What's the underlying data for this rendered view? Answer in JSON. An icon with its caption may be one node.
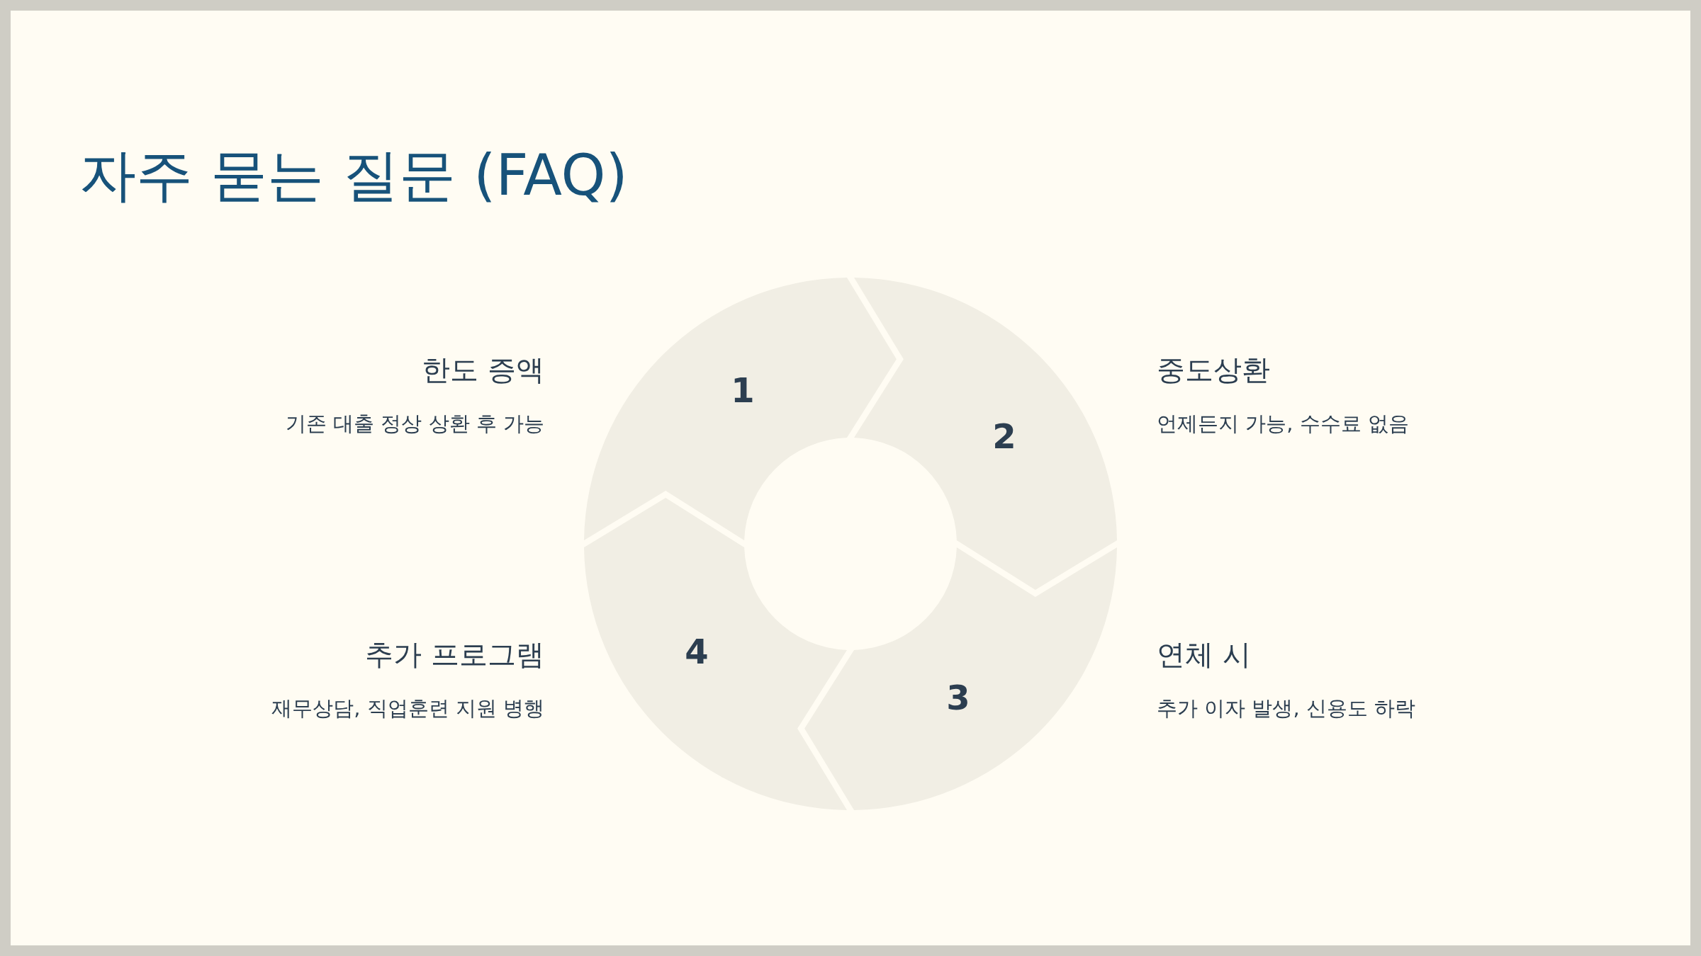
{
  "diagram": {
    "title": "자주 묻는 질문 (FAQ)",
    "nodes": [
      {
        "text": [
          "1"
        ]
      },
      {
        "text": [
          "2"
        ]
      },
      {
        "text": [
          "3"
        ]
      },
      {
        "text": [
          "4"
        ]
      }
    ],
    "labels": [
      "한도 증액",
      "기존 대출 정상 상환 후 가능",
      "중도상환",
      "언제든지 가능, 수수료 없음",
      "추가 프로그램",
      "재무상담, 직업훈련 지원 병행",
      "연체 시",
      "추가 이자 발생, 신용도 하락"
    ]
  }
}
